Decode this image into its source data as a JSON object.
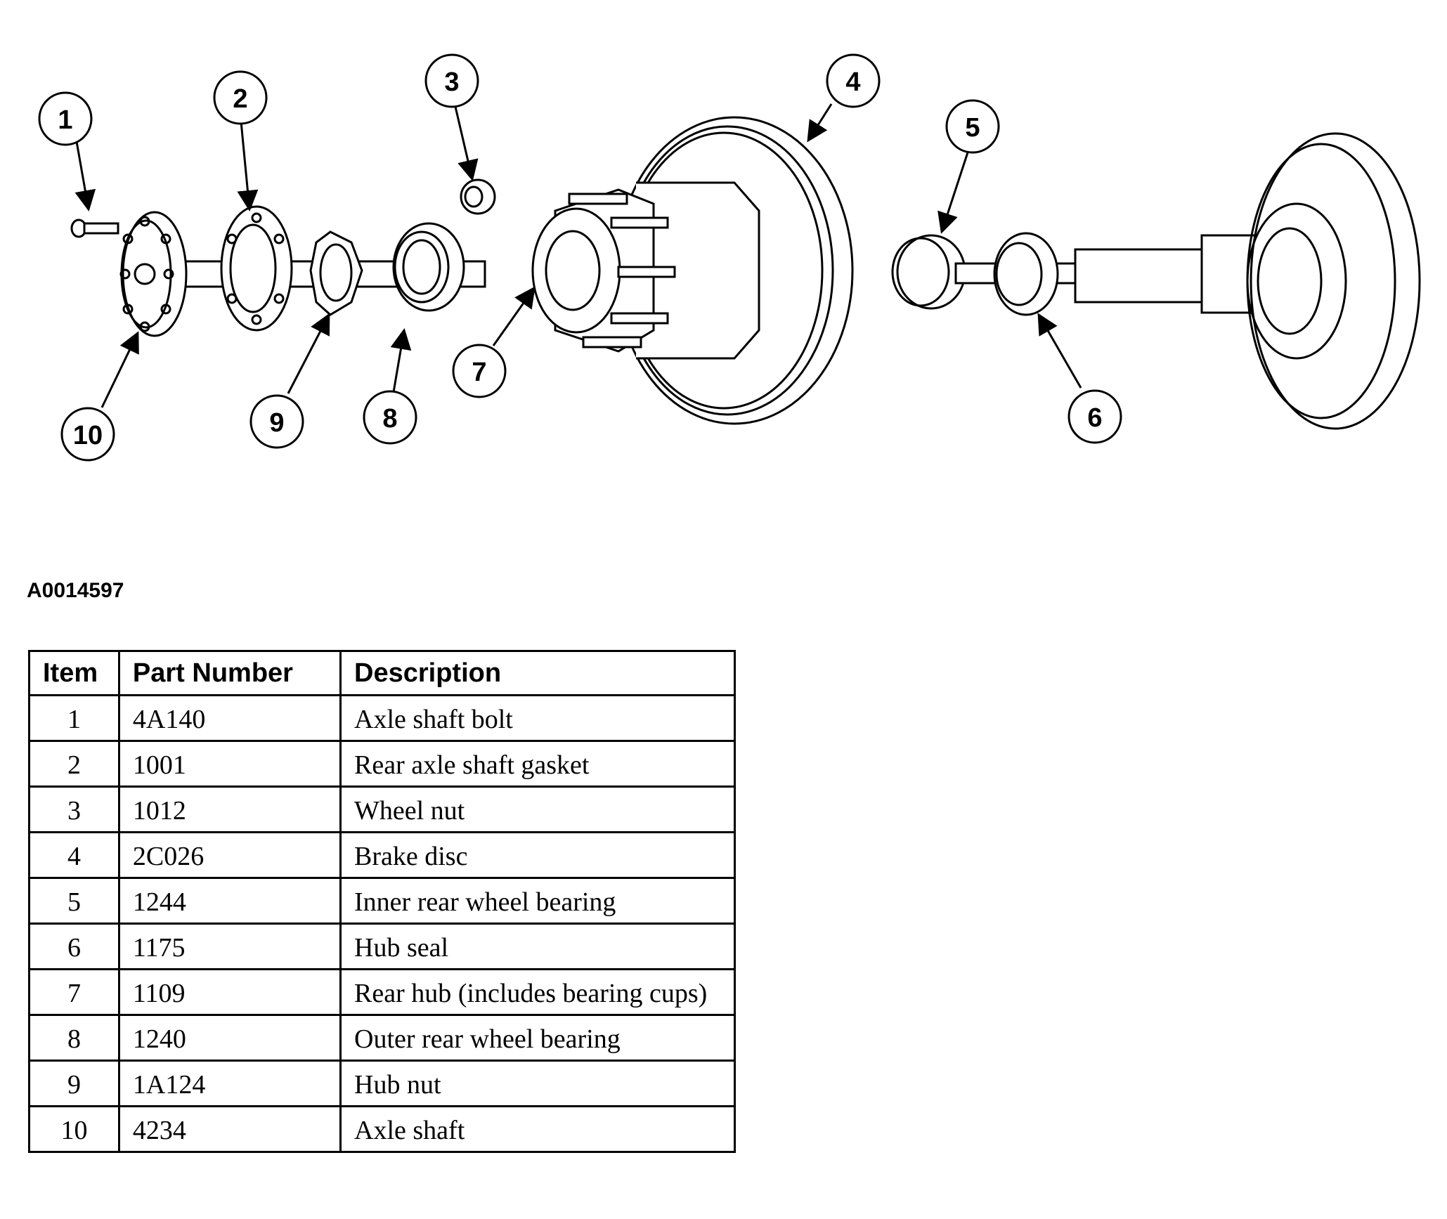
{
  "figure_id": "A0014597",
  "callouts": [
    "1",
    "2",
    "3",
    "4",
    "5",
    "6",
    "7",
    "8",
    "9",
    "10"
  ],
  "table": {
    "headers": {
      "item": "Item",
      "part_number": "Part Number",
      "description": "Description"
    },
    "rows": [
      {
        "item": "1",
        "part_number": "4A140",
        "description": "Axle shaft bolt"
      },
      {
        "item": "2",
        "part_number": "1001",
        "description": "Rear axle shaft gasket"
      },
      {
        "item": "3",
        "part_number": "1012",
        "description": "Wheel nut"
      },
      {
        "item": "4",
        "part_number": "2C026",
        "description": "Brake disc"
      },
      {
        "item": "5",
        "part_number": "1244",
        "description": "Inner rear wheel bearing"
      },
      {
        "item": "6",
        "part_number": "1175",
        "description": "Hub seal"
      },
      {
        "item": "7",
        "part_number": "1109",
        "description": "Rear hub (includes bearing cups)"
      },
      {
        "item": "8",
        "part_number": "1240",
        "description": "Outer rear wheel bearing"
      },
      {
        "item": "9",
        "part_number": "1A124",
        "description": "Hub nut"
      },
      {
        "item": "10",
        "part_number": "4234",
        "description": "Axle shaft"
      }
    ]
  }
}
